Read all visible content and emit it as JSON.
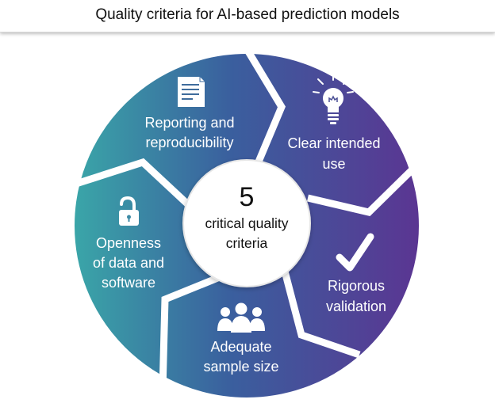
{
  "title": "Quality criteria for AI-based prediction models",
  "center": {
    "number": "5",
    "line1": "critical quality",
    "line2": "criteria"
  },
  "segments": [
    {
      "id": "reporting",
      "line1": "Reporting and",
      "line2": "reproducibility",
      "icon": "document-icon"
    },
    {
      "id": "intended-use",
      "line1": "Clear intended",
      "line2": "use",
      "icon": "lightbulb-icon"
    },
    {
      "id": "validation",
      "line1": "Rigorous",
      "line2": "validation",
      "icon": "checkmark-icon"
    },
    {
      "id": "sample-size",
      "line1": "Adequate",
      "line2": "sample size",
      "icon": "people-icon"
    },
    {
      "id": "openness",
      "line1": "Openness",
      "line2": "of data and",
      "line3": "software",
      "icon": "unlock-icon"
    }
  ],
  "colors": {
    "teal": "#3aa5a8",
    "blue": "#3a5f9e",
    "purple": "#5b3592",
    "border": "#ffffff"
  }
}
